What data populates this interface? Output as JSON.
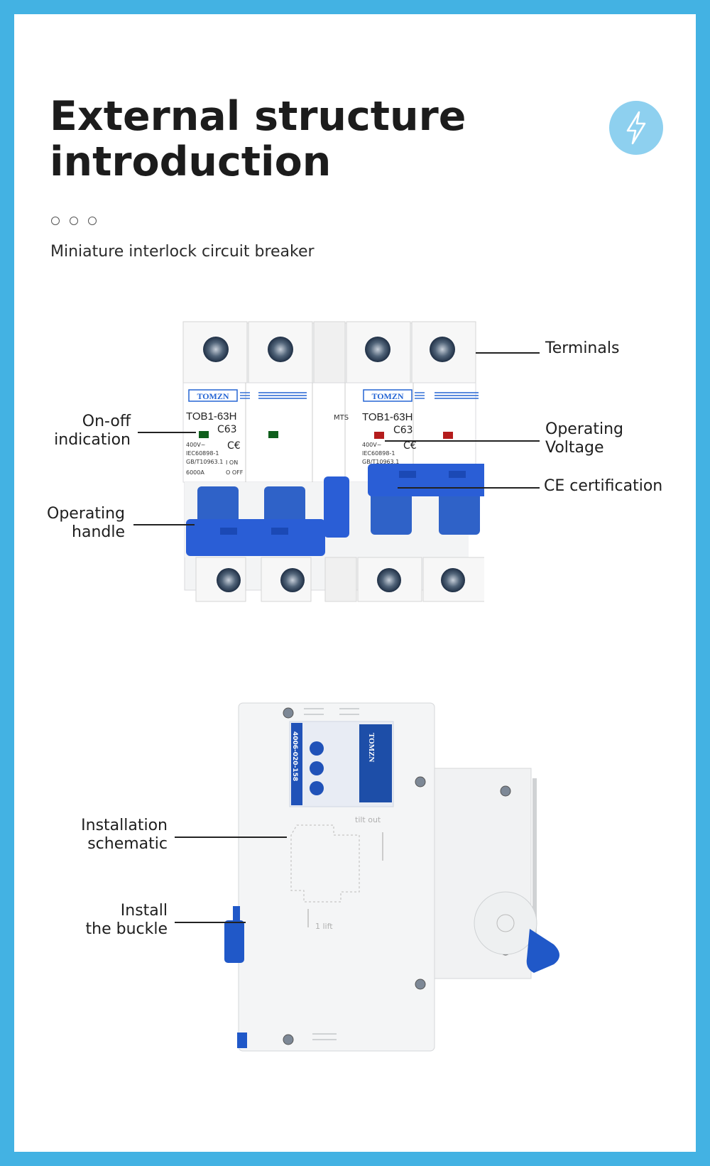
{
  "title": "External structure introduction",
  "subtitle": "Miniature interlock circuit breaker",
  "icon": "lightning-bolt-icon",
  "colors": {
    "border": "#43b2e3",
    "accent": "#2565d4",
    "icon_bg": "#8ed0ef"
  },
  "callouts": {
    "terminals": "Terminals",
    "on_off_1": "On-off",
    "on_off_2": "indication",
    "operating_voltage_1": "Operating",
    "operating_voltage_2": "Voltage",
    "operating_handle_1": "Operating",
    "operating_handle_2": "handle",
    "ce": "CE certification",
    "install_schem_1": "Installation",
    "install_schem_2": "schematic",
    "buckle_1": "Install",
    "buckle_2": "the buckle"
  },
  "breaker": {
    "brand": "TOMZN",
    "model": "TOB1-63H",
    "rating": "C63",
    "mts": "MTS",
    "voltage": "400V~",
    "std1": "IEC60898-1",
    "std2": "GB/T10963.1",
    "on": "I ON",
    "off": "O OFF",
    "capacity": "6000A",
    "phone": "4006-020-158",
    "tilt": "tilt out",
    "lift": "1 lift"
  }
}
